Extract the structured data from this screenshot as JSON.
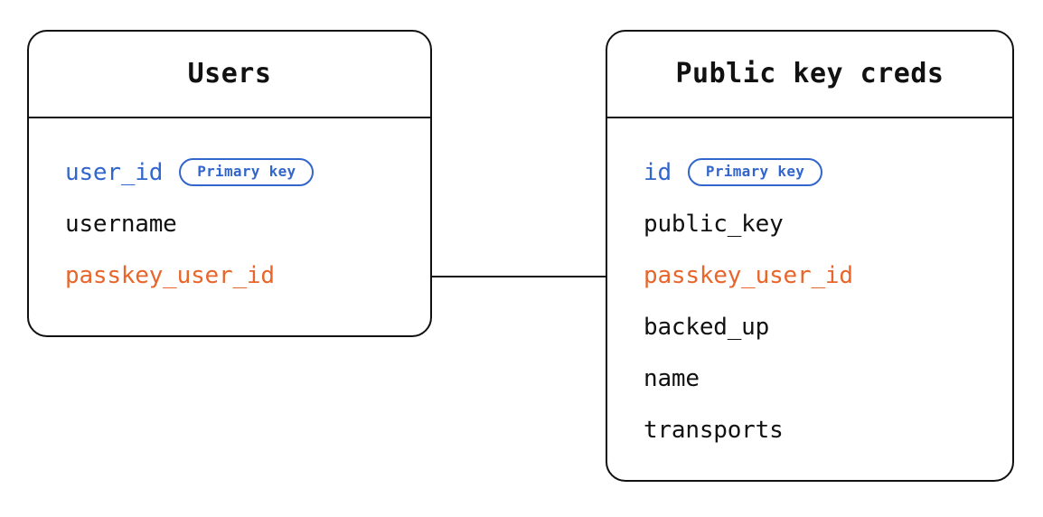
{
  "diagram": {
    "type": "entity-relationship",
    "background_color": "#ffffff",
    "colors": {
      "border": "#111111",
      "text": "#111111",
      "primary_key": "#3366CC",
      "foreign_key": "#E8652B"
    },
    "entities": [
      {
        "id": "users",
        "title": "Users",
        "fields": [
          {
            "name": "user_id",
            "role": "key",
            "badge": "Primary key"
          },
          {
            "name": "username",
            "role": "plain",
            "badge": null
          },
          {
            "name": "passkey_user_id",
            "role": "fkey",
            "badge": null
          }
        ]
      },
      {
        "id": "public_key_creds",
        "title": "Public key creds",
        "fields": [
          {
            "name": "id",
            "role": "key",
            "badge": "Primary key"
          },
          {
            "name": "public_key",
            "role": "plain",
            "badge": null
          },
          {
            "name": "passkey_user_id",
            "role": "fkey",
            "badge": null
          },
          {
            "name": "backed_up",
            "role": "plain",
            "badge": null
          },
          {
            "name": "name",
            "role": "plain",
            "badge": null
          },
          {
            "name": "transports",
            "role": "plain",
            "badge": null
          }
        ]
      }
    ],
    "relationships": [
      {
        "id": "users-to-creds",
        "from_entity": "users",
        "from_field": "passkey_user_id",
        "to_entity": "public_key_creds",
        "to_field": "passkey_user_id"
      }
    ]
  }
}
